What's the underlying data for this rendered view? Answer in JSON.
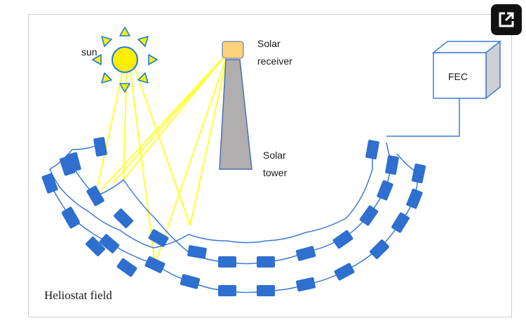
{
  "labels": {
    "sun": "sun",
    "receiver_line1": "Solar",
    "receiver_line2": "receiver",
    "tower_line1": "Solar",
    "tower_line2": "tower",
    "fec": "FEC",
    "field": "Heliostat field"
  },
  "colors": {
    "heliostat": "#2e6fcf",
    "cable": "#3d7bd6",
    "ray": "#ffff33",
    "sun_fill": "#ffee00",
    "sun_rays": "#1a7ce0",
    "receiver": "#fad27a",
    "tower": "#b0aeae",
    "tower_edge": "#4a6fb5"
  },
  "expand_icon": "open-in-new-icon"
}
